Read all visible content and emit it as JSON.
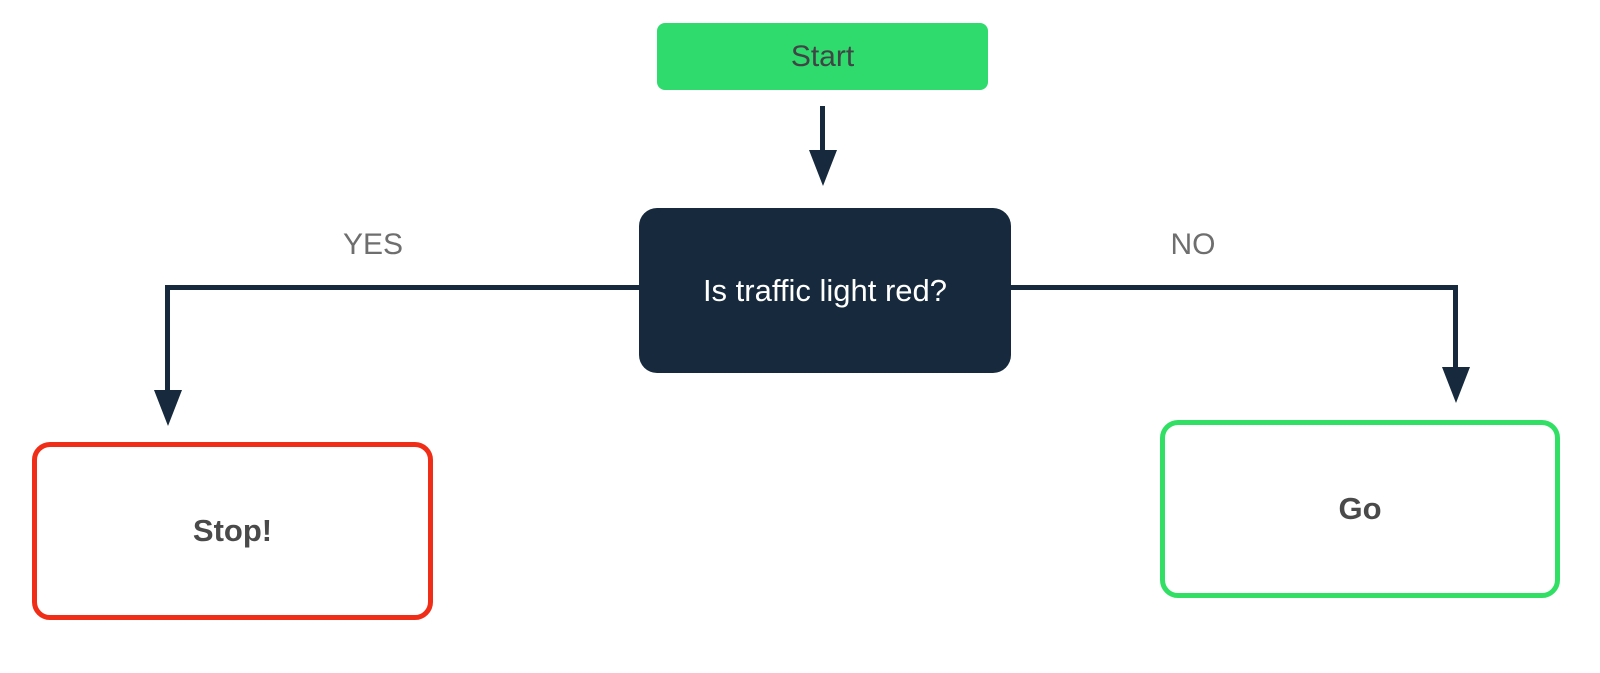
{
  "diagram": {
    "nodes": {
      "start": {
        "label": "Start"
      },
      "decision": {
        "label": "Is traffic light red?"
      },
      "stop": {
        "label": "Stop!"
      },
      "go": {
        "label": "Go"
      }
    },
    "edges": {
      "yes": {
        "label": "YES"
      },
      "no": {
        "label": "NO"
      }
    },
    "colors": {
      "start_fill": "#2EDB6C",
      "start_text": "#414446",
      "decision_fill": "#16293D",
      "decision_text": "#FFFFFF",
      "stop_border": "#F02D17",
      "go_border": "#31DF64",
      "outcome_text": "#4A4A4A",
      "connector": "#16293D",
      "edge_label_text": "#6E6E6E",
      "background": "#FFFFFF"
    }
  }
}
